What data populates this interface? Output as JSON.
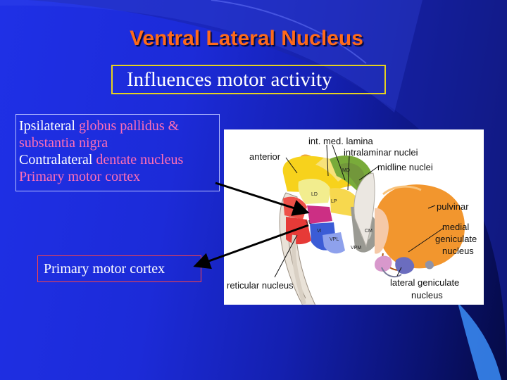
{
  "slide": {
    "title": "Ventral Lateral Nucleus",
    "subtitle": "Influences motor activity",
    "inputs": {
      "ipsi_prefix": "Ipsilateral",
      "ipsi_rest": " globus pallidus &",
      "ipsi_line2": "substantia nigra",
      "contra_prefix": "Contralateral",
      "contra_rest": " dentate nucleus",
      "line4": "Primary motor cortex"
    },
    "output_box": "Primary motor cortex"
  },
  "figure": {
    "labels": {
      "int_med_lamina": "int. med. lamina",
      "intralaminar": "intralaminar nuclei",
      "anterior": "anterior",
      "midline": "midline nuclei",
      "pulvinar": "pulvinar",
      "medial_1": "medial",
      "medial_2": "geniculate",
      "medial_3": "nucleus",
      "reticular": "reticular nucleus",
      "lateral_1": "lateral geniculate",
      "lateral_2": "nucleus"
    },
    "small": {
      "md": "MD",
      "ld": "LD",
      "lp": "LP",
      "va": "VA",
      "vl": "VL",
      "vi": "VI",
      "cm": "CM",
      "vpl": "VPL",
      "vpm": "VPM"
    }
  },
  "colors": {
    "title": "#ff6a1a",
    "highlight": "#ff6fb5",
    "subtitle_border": "#e6d21e",
    "output_border": "#ff4444"
  }
}
